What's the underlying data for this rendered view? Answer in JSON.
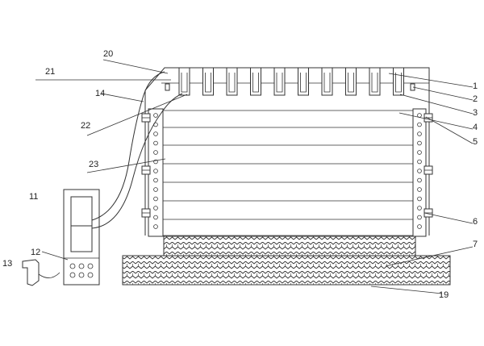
{
  "figure": {
    "stroke_color": "#333333",
    "background": "#ffffff",
    "callouts": {
      "c1": "1",
      "c2": "2",
      "c3": "3",
      "c4": "4",
      "c5": "5",
      "c6": "6",
      "c7": "7",
      "c11": "11",
      "c12": "12",
      "c13": "13",
      "c14": "14",
      "c19": "19",
      "c20": "20",
      "c21": "21",
      "c22": "22",
      "c23": "23"
    }
  }
}
